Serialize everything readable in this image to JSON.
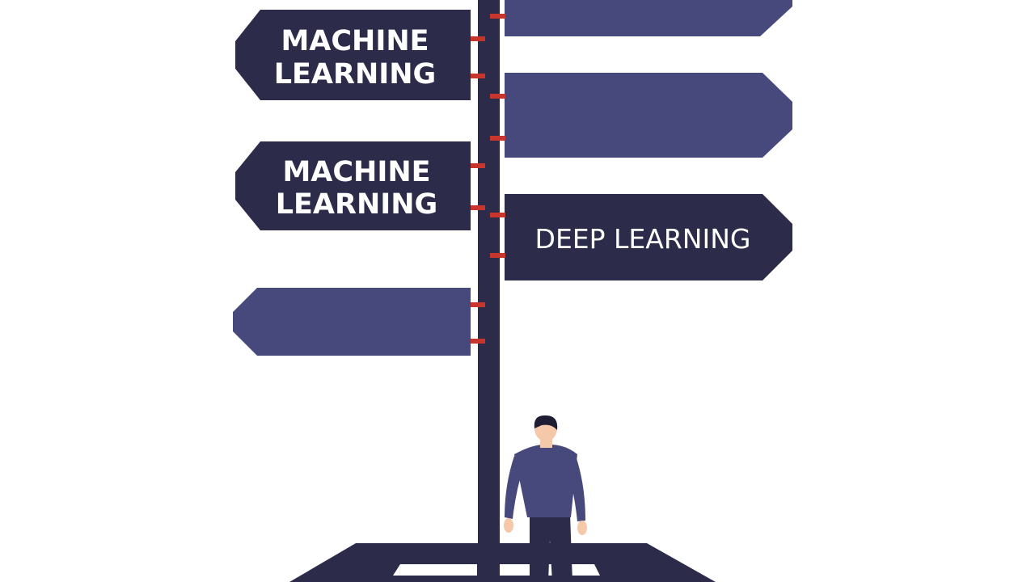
{
  "signpost": {
    "signs_left": [
      {
        "lines": [
          "MACHINE",
          "LEARNING"
        ]
      },
      {
        "lines": [
          "MACHINE",
          "LEARNING"
        ]
      },
      {
        "lines": []
      }
    ],
    "signs_right": [
      {
        "lines": []
      },
      {
        "lines": []
      },
      {
        "lines": [
          "DEEP LEARNING"
        ]
      }
    ]
  },
  "colors": {
    "background": "#ffffff",
    "dark_navy": "#2c2b4a",
    "indigo": "#47487c",
    "accent_red": "#c8352c",
    "skin": "#f4c8a8",
    "hair": "#1f1d33"
  },
  "icons": {
    "figure": "person-standing-icon"
  }
}
